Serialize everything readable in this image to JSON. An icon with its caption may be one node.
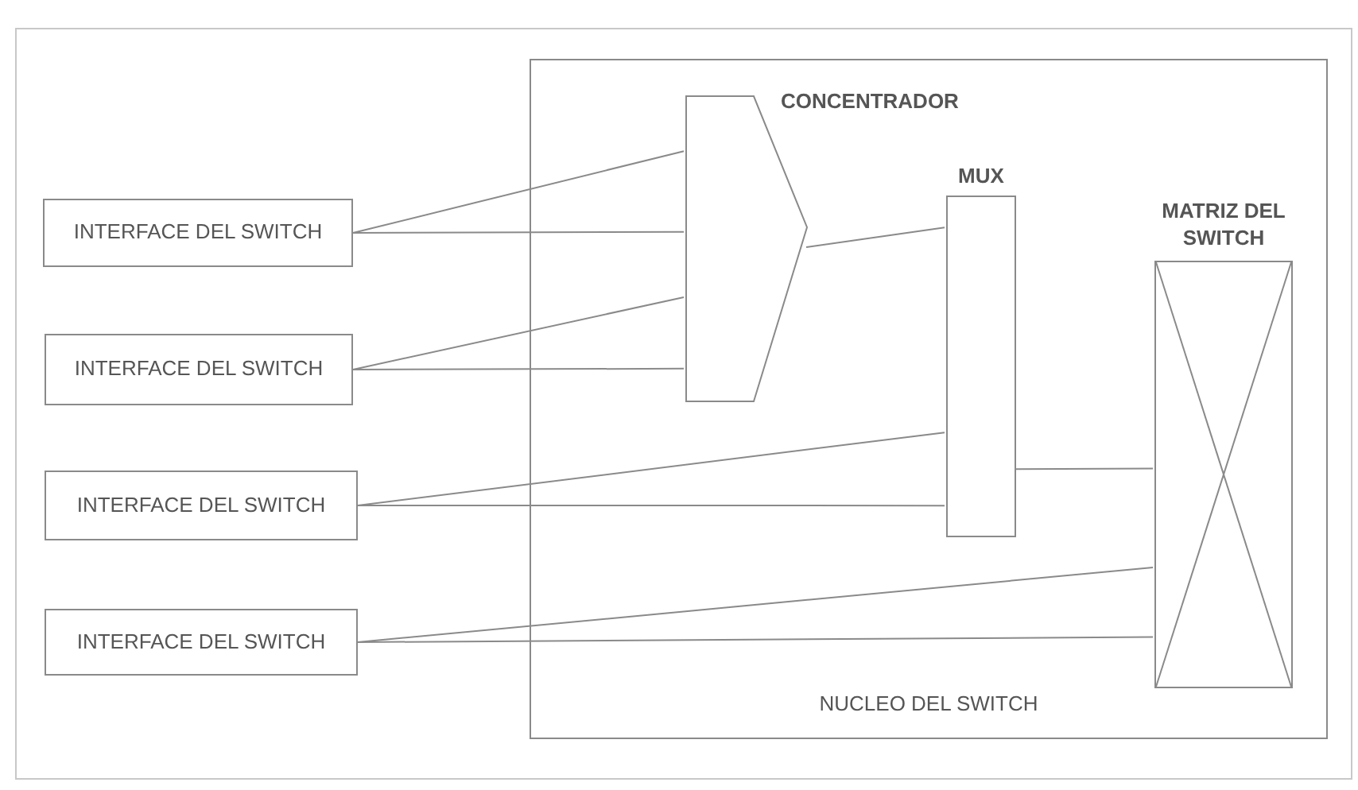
{
  "diagram": {
    "nodes": [
      {
        "text": [
          "NUCLEO DEL SWITCH"
        ]
      },
      {
        "text": [
          "CONCENTRADOR"
        ],
        "in": 0
      },
      {
        "text": [
          "MUX"
        ],
        "in": 0
      },
      {
        "text": [
          "MATRIZ DEL SWITCH"
        ],
        "in": 0
      },
      {
        "text": [
          "INTERFACE DEL SWITCH"
        ]
      },
      {
        "text": [
          "INTERFACE DEL SWITCH"
        ]
      },
      {
        "text": [
          "INTERFACE DEL SWITCH"
        ]
      },
      {
        "text": [
          "INTERFACE DEL SWITCH"
        ]
      }
    ],
    "edges": [
      {
        "from": 4,
        "to": 1,
        "arrow": "none"
      },
      {
        "from": 4,
        "to": 1,
        "arrow": "none"
      },
      {
        "from": 5,
        "to": 1,
        "arrow": "none"
      },
      {
        "from": 5,
        "to": 1,
        "arrow": "none"
      },
      {
        "from": 1,
        "to": 2,
        "arrow": "none"
      },
      {
        "from": 6,
        "to": 2,
        "arrow": "none"
      },
      {
        "from": 6,
        "to": 2,
        "arrow": "none"
      },
      {
        "from": 2,
        "to": 3,
        "arrow": "none"
      },
      {
        "from": 7,
        "to": 3,
        "arrow": "none"
      },
      {
        "from": 7,
        "to": 3,
        "arrow": "none"
      }
    ]
  }
}
